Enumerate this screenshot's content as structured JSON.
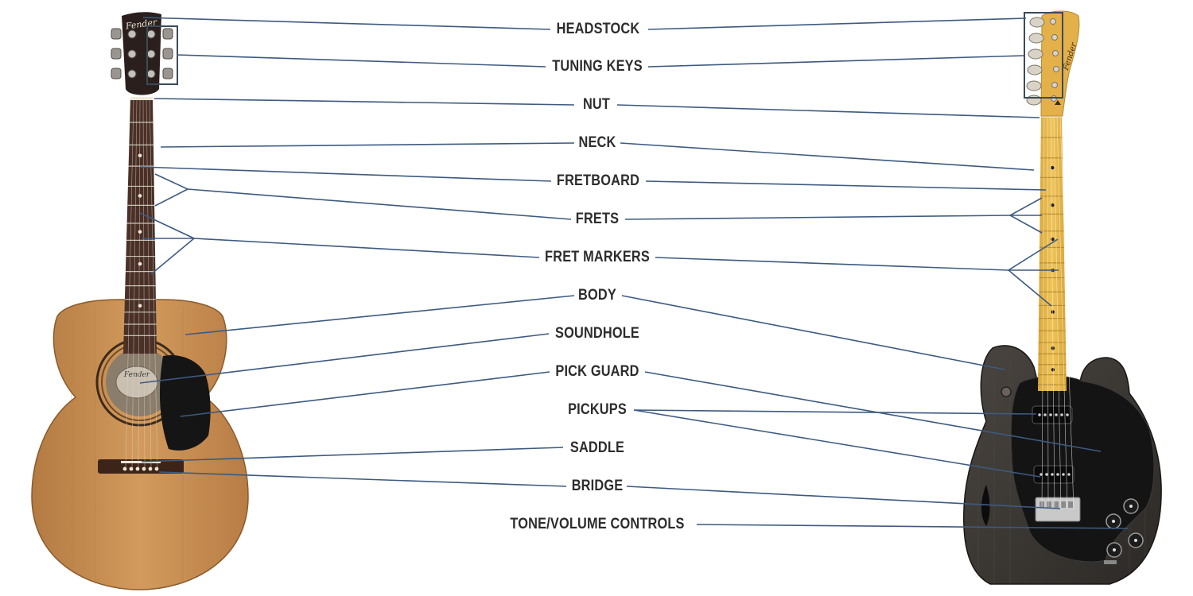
{
  "diagram": {
    "labels": {
      "headstock": "HEADSTOCK",
      "tuning_keys": "TUNING KEYS",
      "nut": "NUT",
      "neck": "NECK",
      "fretboard": "FRETBOARD",
      "frets": "FRETS",
      "fret_markers": "FRET MARKERS",
      "body": "BODY",
      "soundhole": "SOUNDHOLE",
      "pick_guard": "PICK GUARD",
      "pickups": "PICKUPS",
      "saddle": "SADDLE",
      "bridge": "BRIDGE",
      "tone_volume_controls": "TONE/VOLUME CONTROLS"
    },
    "acoustic_guitar": {
      "logo": "Fender"
    },
    "electric_guitar": {
      "logo": "Fender"
    },
    "colors": {
      "leader_line": "#3d5a80",
      "label_text": "#2d2d2d",
      "acoustic_top": "#c98f52",
      "acoustic_fretboard": "#4a3027",
      "electric_neck": "#e7b94a",
      "electric_body": "#3b3834",
      "pickguard": "#161616"
    }
  }
}
